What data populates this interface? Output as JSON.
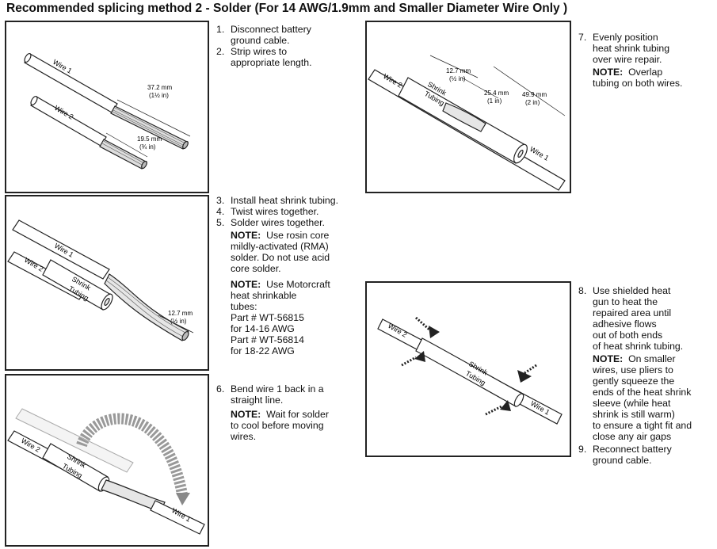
{
  "title": "Recommended splicing method 2 - Solder (For 14 AWG/1.9mm and Smaller Diameter Wire Only )",
  "panel1": {
    "wire1": "Wire 1",
    "wire2": "Wire 2",
    "dim1_mm": "37.2 mm",
    "dim1_in": "(1½ in)",
    "dim2_mm": "19.5 mm",
    "dim2_in": "(¾ in)"
  },
  "panel2": {
    "wire1": "Wire 1",
    "wire2": "Wire 2",
    "shrink_1": "Shrink",
    "shrink_2": "Tubing",
    "dim_mm": "12.7 mm",
    "dim_in": "(½ in)"
  },
  "panel3": {
    "wire1": "Wire 1",
    "wire2": "Wire 2",
    "shrink_1": "Shrink",
    "shrink_2": "Tubing"
  },
  "panel4": {
    "wire1": "Wire 1",
    "wire2": "Wire 2",
    "shrink_1": "Shrink",
    "shrink_2": "Tubing",
    "dim_a_mm": "12.7 mm",
    "dim_a_in": "(½ in)",
    "dim_b_mm": "25.4 mm",
    "dim_b_in": "(1 in)",
    "dim_c_mm": "49.9 mm",
    "dim_c_in": "(2 in)"
  },
  "panel5": {
    "wire1": "Wire 1",
    "wire2": "Wire 2",
    "shrink_1": "Shrink",
    "shrink_2": "Tubing"
  },
  "steps_a": [
    {
      "num": "1.",
      "lines": [
        "Disconnect battery",
        "ground cable."
      ]
    },
    {
      "num": "2.",
      "lines": [
        "Strip wires to",
        "appropriate length."
      ]
    }
  ],
  "steps_b": [
    {
      "num": "3.",
      "lines": [
        "Install heat shrink tubing."
      ]
    },
    {
      "num": "4.",
      "lines": [
        "Twist wires together."
      ]
    },
    {
      "num": "5.",
      "lines": [
        "Solder wires together."
      ]
    }
  ],
  "note_b1": {
    "label": "NOTE:",
    "lines": [
      "Use rosin core",
      "mildly-activated (RMA)",
      "solder. Do not use acid",
      "core solder."
    ]
  },
  "note_b2": {
    "label": "NOTE:",
    "lines": [
      "Use Motorcraft",
      "heat shrinkable",
      "tubes:",
      "Part # WT-56815",
      "for 14-16 AWG",
      "Part # WT-56814",
      "for 18-22 AWG"
    ]
  },
  "steps_c": [
    {
      "num": "6.",
      "lines": [
        "Bend wire 1 back in a",
        "straight line."
      ]
    }
  ],
  "note_c": {
    "label": "NOTE:",
    "lines": [
      "Wait for solder",
      "to cool before moving",
      "wires."
    ]
  },
  "steps_d": [
    {
      "num": "7.",
      "lines": [
        "Evenly position",
        "heat shrink tubing",
        "over wire repair."
      ]
    }
  ],
  "note_d": {
    "label": "NOTE:",
    "lines": [
      "Overlap",
      "tubing on both wires."
    ]
  },
  "steps_e": [
    {
      "num": "8.",
      "lines": [
        "Use shielded heat",
        "gun to heat the",
        "repaired area until",
        "adhesive flows",
        "out of both ends",
        "of heat shrink tubing."
      ]
    }
  ],
  "note_e": {
    "label": "NOTE:",
    "lines": [
      "On smaller",
      "wires, use pliers to",
      "gently squeeze the",
      "ends of the heat shrink",
      "sleeve (while heat",
      "shrink is still warm)",
      "to ensure a tight fit and",
      "close any air gaps"
    ]
  },
  "steps_f": [
    {
      "num": "9.",
      "lines": [
        "Reconnect battery",
        "ground cable."
      ]
    }
  ]
}
